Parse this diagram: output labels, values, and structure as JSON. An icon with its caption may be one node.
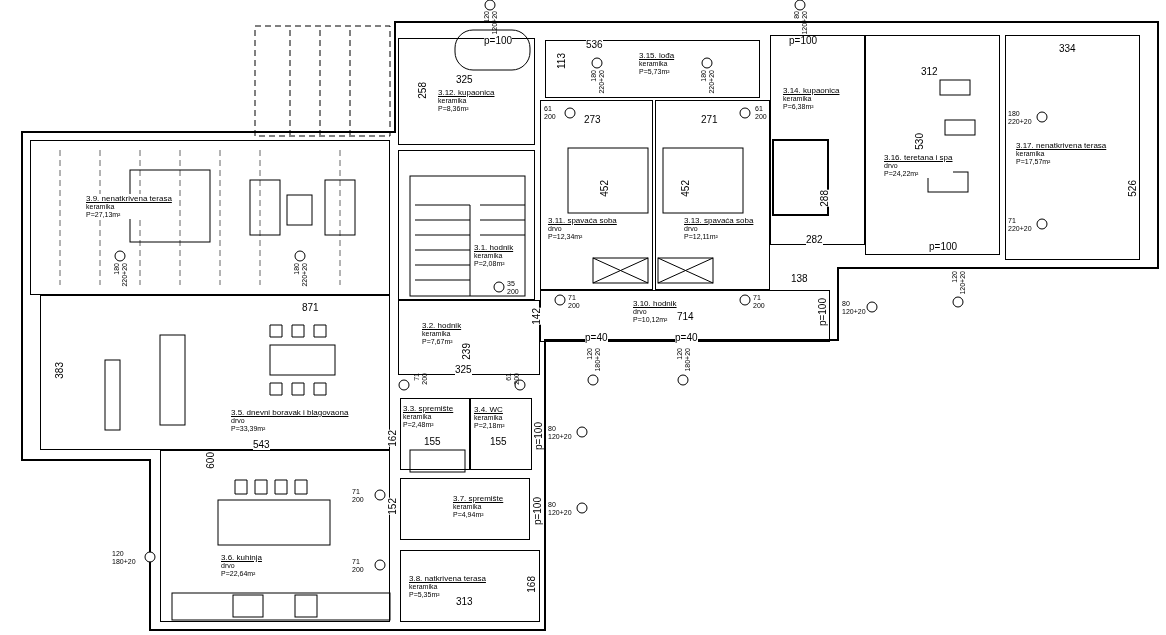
{
  "diagram": {
    "nodes": [
      {
        "text": [
          "3.9. nenatkrivena terasa",
          "keramika",
          "P=27,13m²"
        ]
      },
      {
        "text": [
          "3.5. dnevni boravak i blagovaona",
          "drvo",
          "P=33,39m²"
        ]
      },
      {
        "text": [
          "3.6. kuhinja",
          "drvo",
          "P=22,64m²"
        ]
      },
      {
        "text": [
          "3.12. kupaonica",
          "keramika",
          "P=8,36m²"
        ]
      },
      {
        "text": [
          "3.1. hodnik",
          "keramika",
          "P=2,08m²"
        ]
      },
      {
        "text": [
          "3.2. hodnik",
          "keramika",
          "P=7,67m²"
        ]
      },
      {
        "text": [
          "3.3. spremište",
          "keramika",
          "P=2,48m²"
        ]
      },
      {
        "text": [
          "3.4. WC",
          "keramika",
          "P=2,18m²"
        ]
      },
      {
        "text": [
          "3.7. spremište",
          "keramika",
          "P=4,94m²"
        ]
      },
      {
        "text": [
          "3.8. natkrivena terasa",
          "keramika",
          "P=5,35m²"
        ]
      },
      {
        "text": [
          "3.15. lođa",
          "keramika",
          "P=5,73m²"
        ]
      },
      {
        "text": [
          "3.11. spavaća soba",
          "drvo",
          "P=12,34m²"
        ]
      },
      {
        "text": [
          "3.13. spavaća soba",
          "drvo",
          "P=12,11m²"
        ]
      },
      {
        "text": [
          "3.10. hodnik",
          "drvo",
          "P=10,12m²"
        ]
      },
      {
        "text": [
          "3.14. kupaonica",
          "keramika",
          "P=6,38m²"
        ]
      },
      {
        "text": [
          "3.16. teretana i spa",
          "drvo",
          "P=24,22m²"
        ]
      },
      {
        "text": [
          "3.17. nenatkrivena terasa",
          "keramika",
          "P=17,57m²"
        ]
      }
    ],
    "labels": [
      "871",
      "383",
      "543",
      "600",
      "325",
      "258",
      "536",
      "113",
      "273",
      "271",
      "452",
      "452",
      "312",
      "334",
      "530",
      "526",
      "288",
      "282",
      "138",
      "714",
      "142",
      "239",
      "325",
      "162",
      "155",
      "155",
      "152",
      "168",
      "313",
      "p=100",
      "p=100",
      "p=100",
      "p=100",
      "p=100",
      "p=100",
      "p=40",
      "p=40",
      "120",
      "120+20",
      "80",
      "120+20",
      "180",
      "220+20",
      "180",
      "220+20",
      "180",
      "220+20",
      "180",
      "220+20",
      "61",
      "200",
      "61",
      "200",
      "180",
      "220+20",
      "71",
      "220+20",
      "120",
      "120+20",
      "80",
      "120+20",
      "120",
      "180+20",
      "120",
      "180+20",
      "71",
      "200",
      "61",
      "200",
      "80",
      "120+20",
      "80",
      "120+20",
      "71",
      "200",
      "71",
      "200",
      "120",
      "180+20",
      "71",
      "200",
      "71",
      "200",
      "35",
      "200"
    ]
  }
}
